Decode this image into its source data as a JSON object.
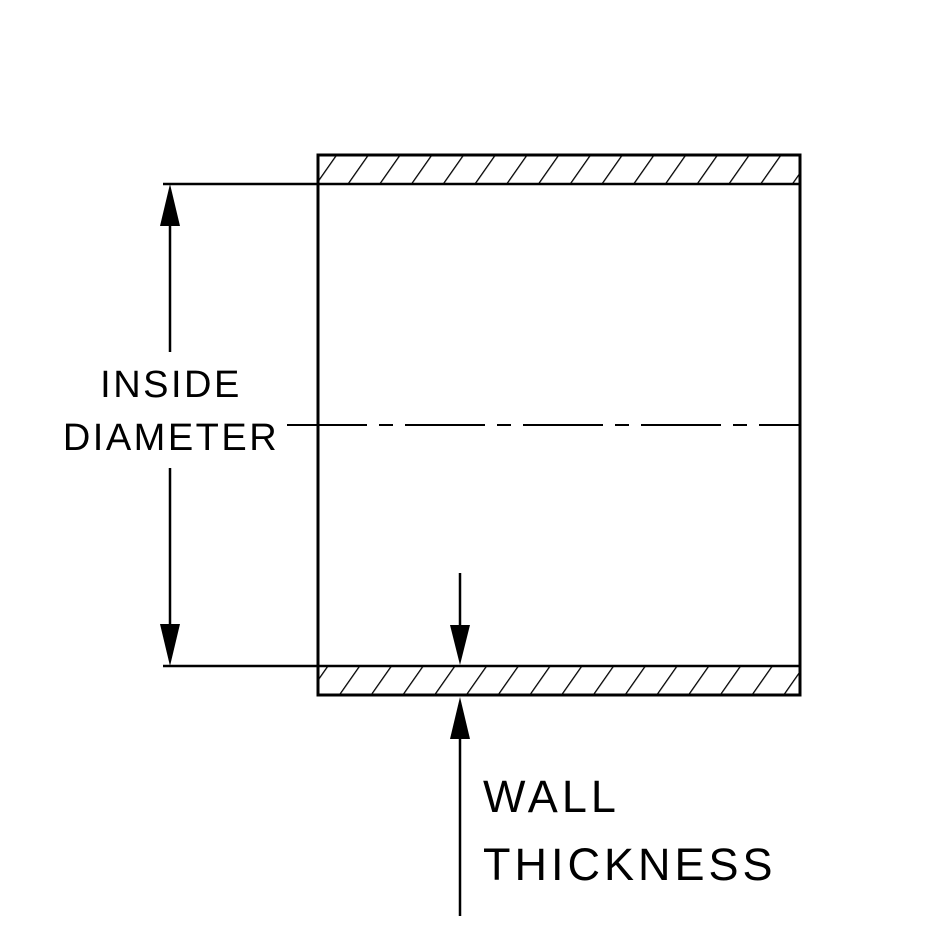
{
  "diagram": {
    "colors": {
      "ink": "#000000",
      "background": "#ffffff"
    },
    "labels": {
      "inside_diameter": {
        "line1": "INSIDE",
        "line2": "DIAMETER"
      },
      "wall_thickness": {
        "line1": "WALL",
        "line2": "THICKNESS"
      }
    }
  }
}
